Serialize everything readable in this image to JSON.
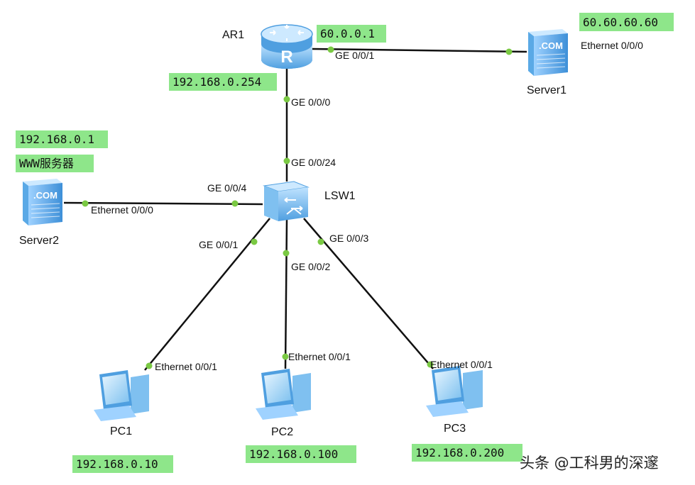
{
  "devices": {
    "ar1": "AR1",
    "lsw1": "LSW1",
    "server1": "Server1",
    "server2": "Server2",
    "pc1": "PC1",
    "pc2": "PC2",
    "pc3": "PC3"
  },
  "ports": {
    "ar1_g0": "GE 0/0/0",
    "ar1_g1": "GE 0/0/1",
    "server1_eth": "Ethernet 0/0/0",
    "lsw_g24": "GE 0/0/24",
    "lsw_g4": "GE 0/0/4",
    "lsw_g1": "GE 0/0/1",
    "lsw_g2": "GE 0/0/2",
    "lsw_g3": "GE 0/0/3",
    "server2_eth": "Ethernet 0/0/0",
    "pc1_eth": "Ethernet 0/0/1",
    "pc2_eth": "Ethernet 0/0/1",
    "pc3_eth": "Ethernet 0/0/1"
  },
  "ip_tags": {
    "ar1_wan": "60.0.0.1",
    "server1": "60.60.60.60",
    "ar1_lan": "192.168.0.254",
    "server2": "192.168.0.1",
    "server2_role": "WWW服务器",
    "pc1": "192.168.0.10",
    "pc2": "192.168.0.100",
    "pc3": "192.168.0.200"
  },
  "icon_text": {
    "router": "R",
    "server": ".COM"
  },
  "watermark": "头条 @工科男的深邃",
  "colors": {
    "tag": "#8ee68a",
    "port_dot": "#7ac943",
    "link": "#111111",
    "device_blue": "#5aa9e6"
  }
}
